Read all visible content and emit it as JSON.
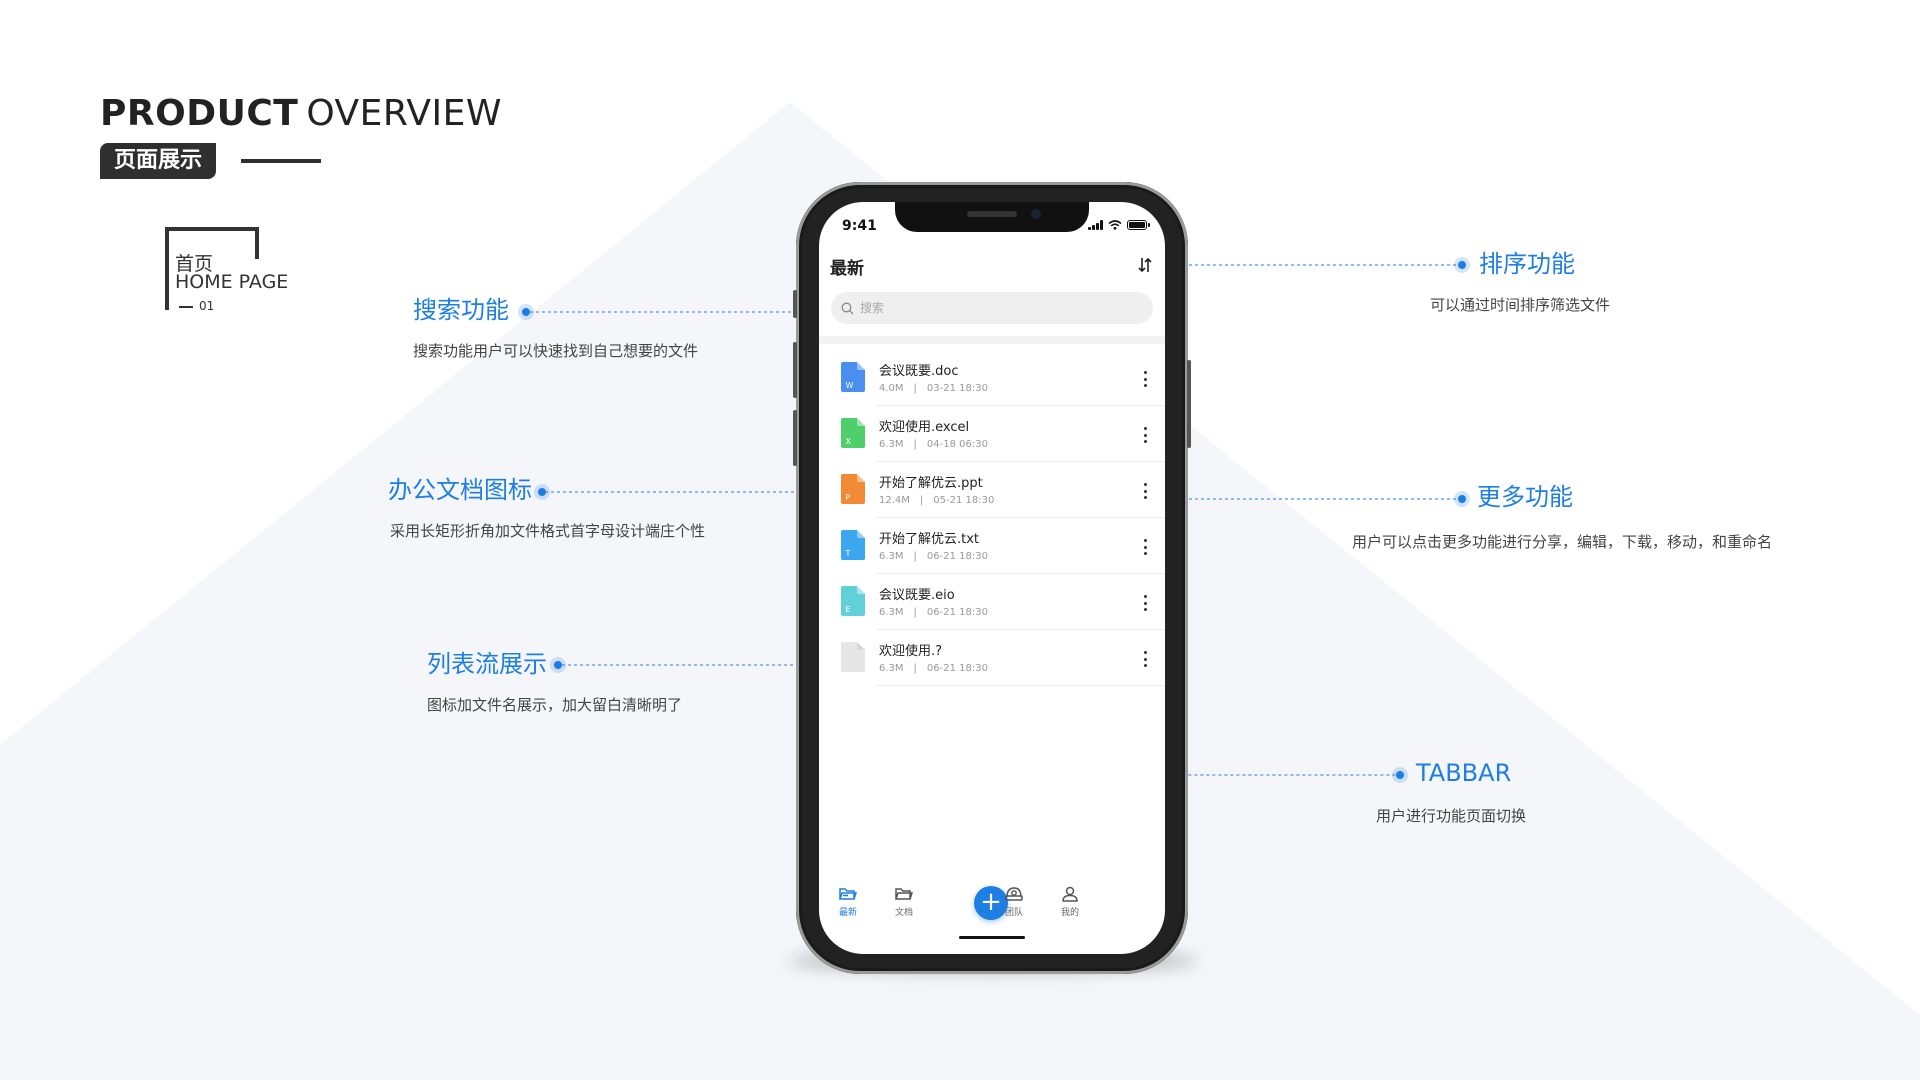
{
  "heading": {
    "title_bold": "PRODUCT",
    "title_light": "OVERVIEW",
    "badge": "页面展示"
  },
  "page_tag": {
    "cn": "首页",
    "en": "HOME PAGE",
    "number": "01"
  },
  "callouts": {
    "search": {
      "title": "搜索功能",
      "desc": "搜索功能用户可以快速找到自己想要的文件"
    },
    "icons": {
      "title": "办公文档图标",
      "desc": "采用长矩形折角加文件格式首字母设计端庄个性"
    },
    "list": {
      "title": "列表流展示",
      "desc": "图标加文件名展示，加大留白清晰明了"
    },
    "sort": {
      "title": "排序功能",
      "desc": "可以通过时间排序筛选文件"
    },
    "more": {
      "title": "更多功能",
      "desc": "用户可以点击更多功能进行分享，编辑，下载，移动，和重命名"
    },
    "tabbar": {
      "title": "TABBAR",
      "desc": "用户进行功能页面切换"
    }
  },
  "phone": {
    "status_time": "9:41",
    "app_title": "最新",
    "search_placeholder": "搜索",
    "files": [
      {
        "name": "会议既要.doc",
        "size": "4.0M",
        "date": "03-21  18:30",
        "letter": "W",
        "color": "#4a8ff0"
      },
      {
        "name": "欢迎使用.excel",
        "size": "6.3M",
        "date": "04-18  06:30",
        "letter": "X",
        "color": "#4fcf6c"
      },
      {
        "name": "开始了解优云.ppt",
        "size": "12.4M",
        "date": "05-21  18:30",
        "letter": "P",
        "color": "#f28a35"
      },
      {
        "name": "开始了解优云.txt",
        "size": "6.3M",
        "date": "06-21  18:30",
        "letter": "T",
        "color": "#3aa7ee"
      },
      {
        "name": "会议既要.eio",
        "size": "6.3M",
        "date": "06-21  18:30",
        "letter": "E",
        "color": "#62d0d9"
      },
      {
        "name": "欢迎使用.?",
        "size": "6.3M",
        "date": "06-21  18:30",
        "letter": "",
        "color": "#e6e6e6"
      }
    ],
    "tabs": [
      {
        "label": "最新",
        "icon": "folder-open-icon",
        "active": true
      },
      {
        "label": "文档",
        "icon": "folder-icon",
        "active": false
      },
      {
        "label": "团队",
        "icon": "team-icon",
        "active": false
      },
      {
        "label": "我的",
        "icon": "user-icon",
        "active": false
      }
    ],
    "fab_label": "+"
  },
  "colors": {
    "accent": "#1e7ee4",
    "dark": "#2f2f2f",
    "triangle": "#f6f7fa"
  }
}
